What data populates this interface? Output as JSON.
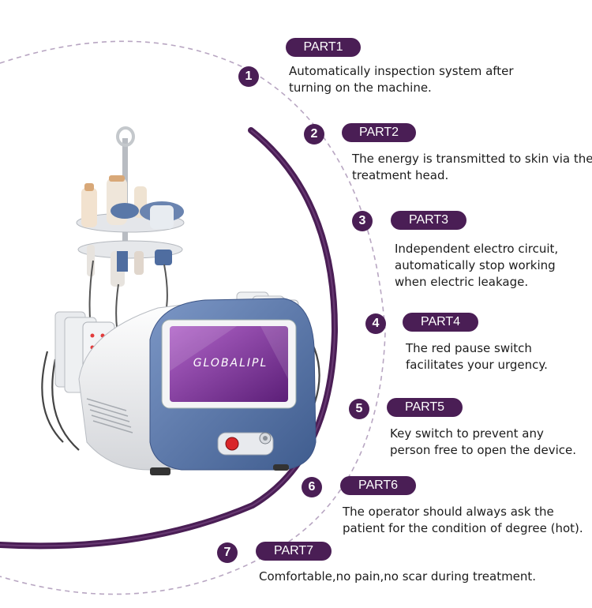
{
  "screen_text": "GLOBALIPL",
  "parts": [
    {
      "number": "1",
      "label": "PART1",
      "lines": [
        "Automatically inspection system after",
        "turning on the machine."
      ]
    },
    {
      "number": "2",
      "label": "PART2",
      "lines": [
        "The energy is transmitted to skin via the",
        "treatment head."
      ]
    },
    {
      "number": "3",
      "label": "PART3",
      "lines": [
        "Independent electro circuit,",
        "automatically stop working",
        "when electric leakage."
      ]
    },
    {
      "number": "4",
      "label": "PART4",
      "lines": [
        "The red pause switch",
        "facilitates your urgency."
      ]
    },
    {
      "number": "5",
      "label": "PART5",
      "lines": [
        "Key switch to prevent any",
        "person free to open the device."
      ]
    },
    {
      "number": "6",
      "label": "PART6",
      "lines": [
        "The operator should always ask the",
        "patient for the condition of degree (hot)."
      ]
    },
    {
      "number": "7",
      "label": "PART7",
      "lines": [
        "Comfortable,no pain,no scar during treatment."
      ]
    }
  ],
  "colors": {
    "accent": "#4a1e55",
    "device_body": "#5a78a8",
    "screen": "#8a3aa0"
  }
}
